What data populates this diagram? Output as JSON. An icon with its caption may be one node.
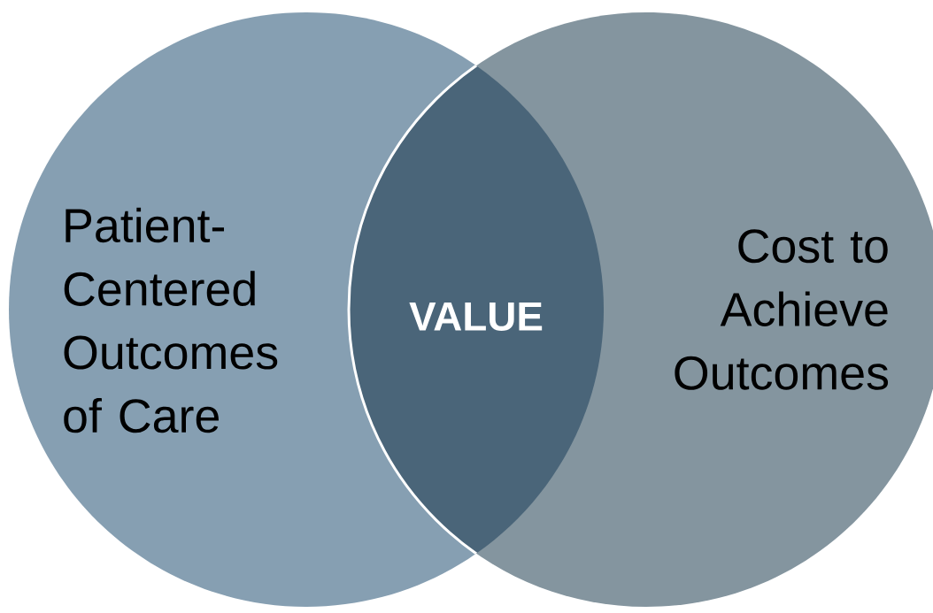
{
  "diagram": {
    "nodes": [
      {
        "text": [
          "Patient-Centered Outcomes of Care"
        ]
      },
      {
        "text": [
          "Cost to Achieve Outcomes"
        ]
      },
      {
        "text": [
          "VALUE"
        ]
      }
    ]
  }
}
